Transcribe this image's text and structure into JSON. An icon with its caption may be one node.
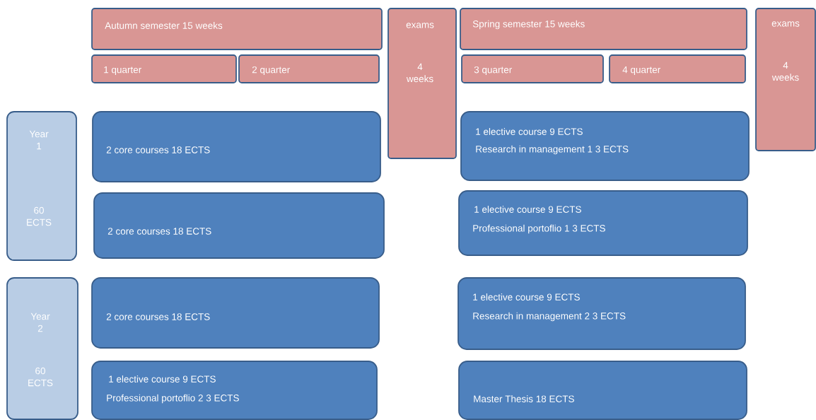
{
  "diagram": {
    "nodes": [
      {
        "text": [
          "Autumn semester 15 weeks"
        ]
      },
      {
        "text": [
          "1 quarter"
        ]
      },
      {
        "text": [
          "2 quarter"
        ]
      },
      {
        "text": [
          "exams",
          "4 weeks"
        ]
      },
      {
        "text": [
          "Spring semester 15 weeks"
        ]
      },
      {
        "text": [
          "3 quarter"
        ]
      },
      {
        "text": [
          "4 quarter"
        ]
      },
      {
        "text": [
          "exams",
          "4 weeks"
        ]
      },
      {
        "text": [
          "Year 1",
          "60 ECTS"
        ]
      },
      {
        "text": [
          "2 core courses 18 ECTS"
        ]
      },
      {
        "text": [
          "1 elective course 9 ECTS",
          "Research in management 1 3 ECTS"
        ]
      },
      {
        "text": [
          "2 core courses 18 ECTS"
        ]
      },
      {
        "text": [
          "1 elective course 9 ECTS",
          "Professional portoflio 1 3 ECTS"
        ]
      },
      {
        "text": [
          "Year 2",
          "60 ECTS"
        ]
      },
      {
        "text": [
          "2 core courses 18 ECTS"
        ]
      },
      {
        "text": [
          "1 elective course 9 ECTS",
          "Research in management 2 3 ECTS"
        ]
      },
      {
        "text": [
          "1 elective course 9 ECTS",
          "Professional portoflio 2 3 ECTS"
        ]
      },
      {
        "text": [
          "Master Thesis 18 ECTS"
        ]
      }
    ]
  }
}
